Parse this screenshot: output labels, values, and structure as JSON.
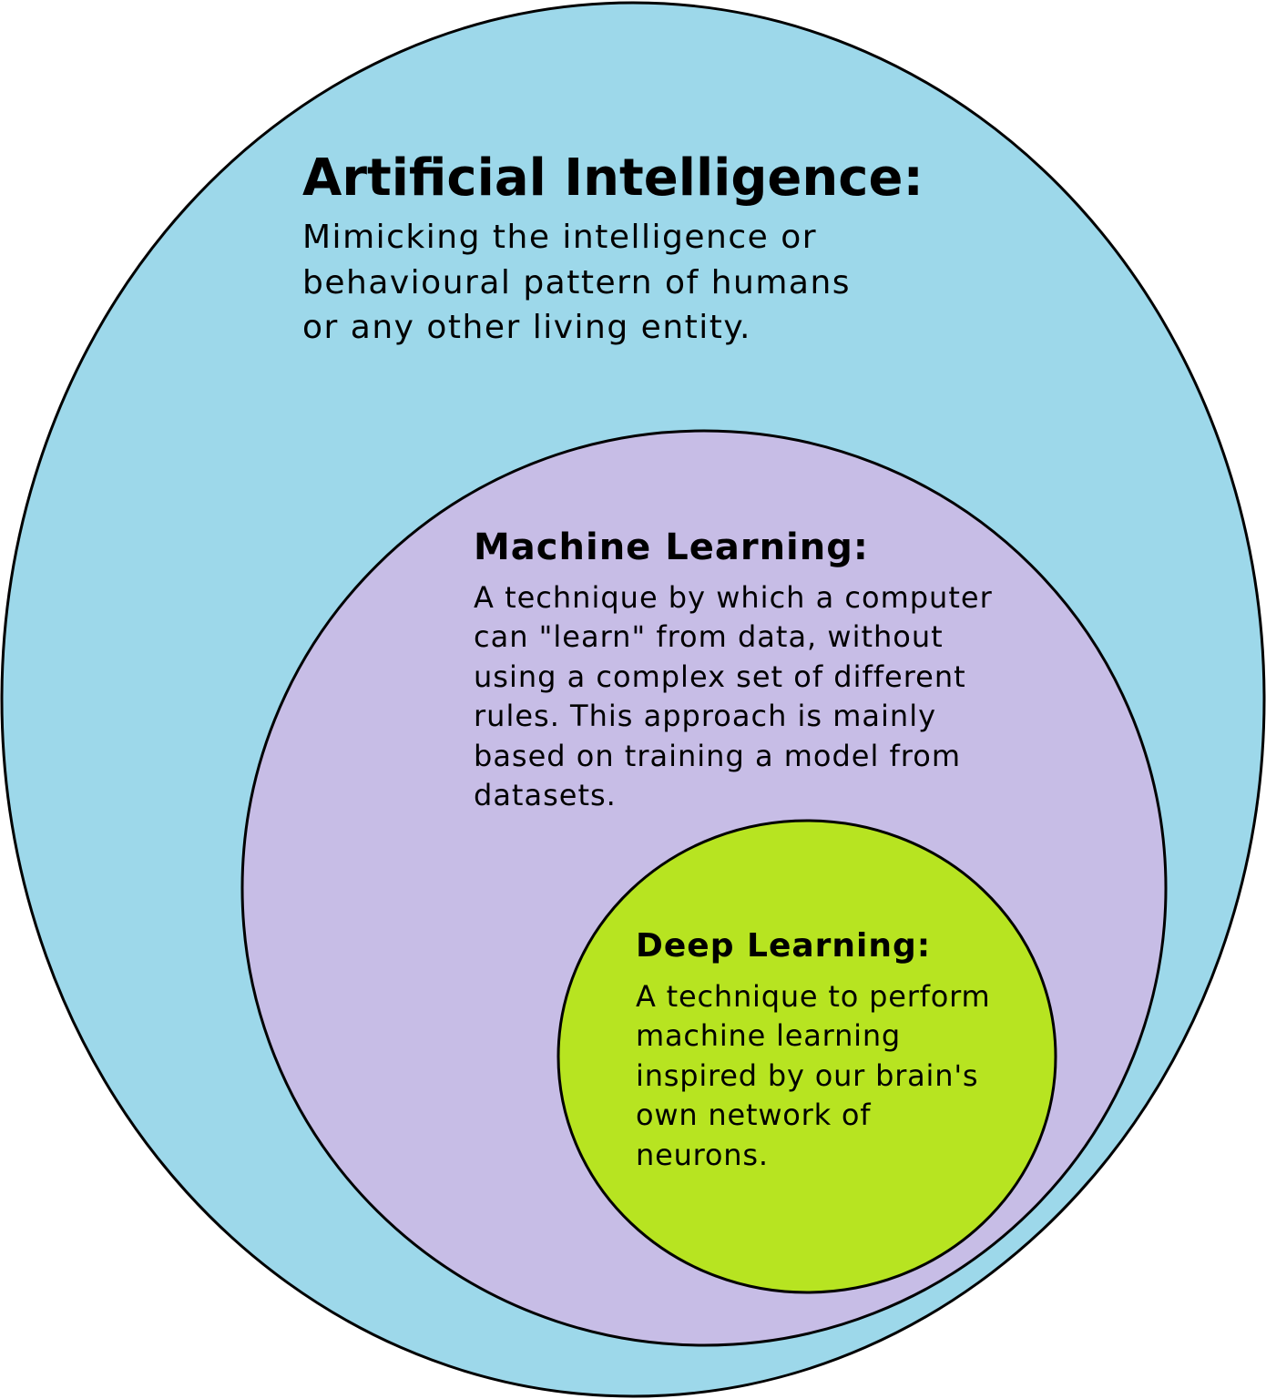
{
  "colors": {
    "ai_fill": "#9dd8ea",
    "ml_fill": "#c7bde6",
    "dl_fill": "#b7e421",
    "stroke": "#000000"
  },
  "ai": {
    "title": "Artificial Intelligence:",
    "lines": [
      "Mimicking the intelligence or",
      "behavioural pattern of humans",
      "or any other living entity."
    ]
  },
  "ml": {
    "title": "Machine Learning:",
    "lines": [
      "A technique by which a computer",
      "can \"learn\" from data, without",
      "using a complex set of different",
      "rules. This approach is mainly",
      "based on training a model from",
      "datasets."
    ]
  },
  "dl": {
    "title": "Deep Learning:",
    "lines": [
      "A technique to perform",
      "machine learning",
      "inspired by our brain's",
      "own network of",
      "neurons."
    ]
  }
}
